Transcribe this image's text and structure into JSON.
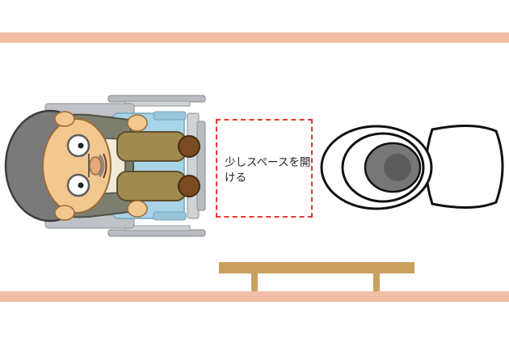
{
  "diagram": {
    "label": "少しスペースを開ける",
    "colors": {
      "wall": "#f2bea6",
      "dashed_border": "#e8382d",
      "handrail": "#c8a160",
      "toilet_outline": "#111111",
      "toilet_bowl": "#777777",
      "hair": "#7a7a7a",
      "skin": "#f3c88f",
      "jacket": "#7d7f6e",
      "pants": "#a08a4e",
      "shoes": "#7a4a22",
      "wheelchair_frame": "#b8bcc0",
      "seat": "#a9d3e6"
    },
    "icons": [
      "elderly-man-in-wheelchair",
      "toilet",
      "handrail"
    ]
  }
}
